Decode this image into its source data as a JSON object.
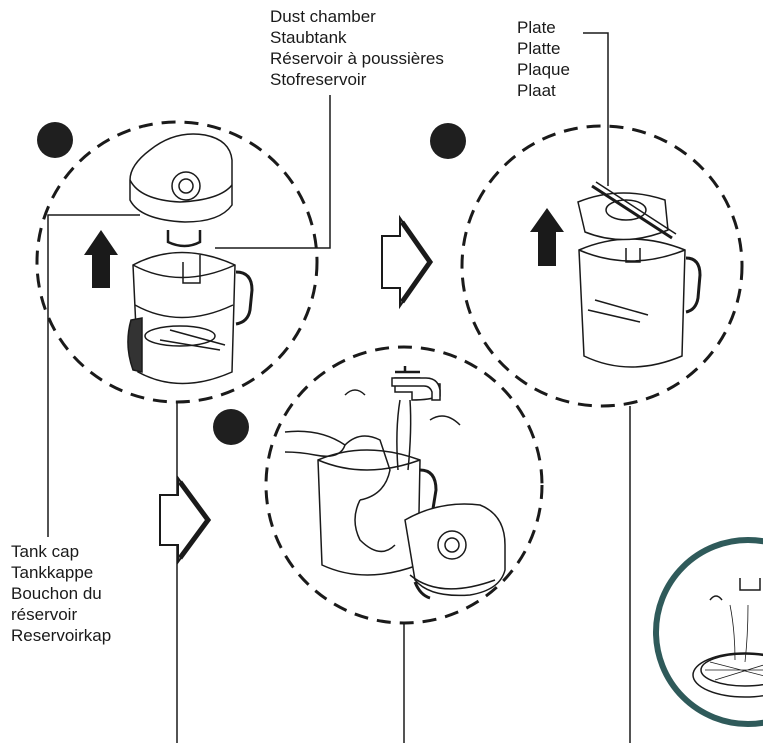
{
  "labels": {
    "dust_chamber": [
      "Dust chamber",
      "Staubtank",
      "Réservoir à poussières",
      "Stofreservoir"
    ],
    "plate": [
      "Plate",
      "Platte",
      "Plaque",
      "Plaat"
    ],
    "tank_cap": [
      "Tank cap",
      "Tankkappe",
      "Bouchon du",
      "réservoir",
      "Reservoirkap"
    ]
  },
  "colors": {
    "line": "#1a1a1a",
    "step_dot": "#1f1f1f",
    "teal_edge": "#2f5a5a"
  },
  "icons": [
    "arrow-up-icon",
    "arrow-right-icon",
    "faucet-icon",
    "step-dot-icon"
  ]
}
